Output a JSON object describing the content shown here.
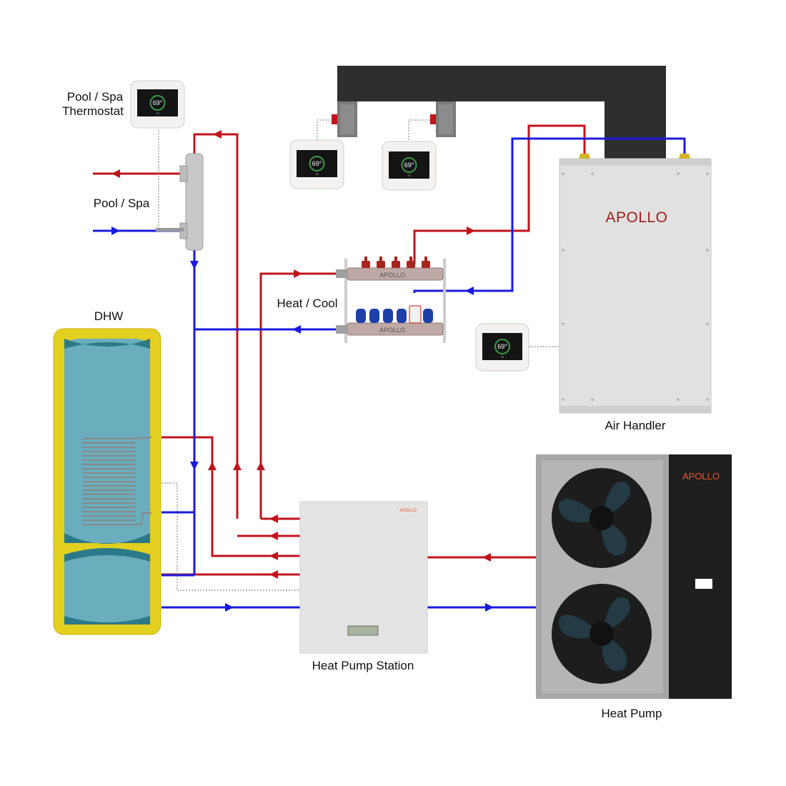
{
  "labels": {
    "pool_spa_thermostat_line1": "Pool / Spa",
    "pool_spa_thermostat_line2": "Thermostat",
    "pool_spa": "Pool / Spa",
    "heat_cool": "Heat / Cool",
    "dhw": "DHW",
    "air_handler": "Air Handler",
    "heat_pump_station": "Heat Pump Station",
    "heat_pump": "Heat Pump"
  },
  "brand": {
    "air_handler": "APOLLO",
    "heat_pump": "APOLLO",
    "station": "APOLLO",
    "manifold_supply": "APOLLO",
    "manifold_return": "APOLLO"
  },
  "thermostat": {
    "temperature": "69°",
    "setpoint": "72"
  },
  "colors": {
    "supply_pipe": "#c0141c",
    "return_pipe": "#1a1ae0",
    "duct": "#2e2e2e",
    "tank_shell": "#e3cf1f",
    "tank_water": "#6aaebd",
    "brand": "#9b1c1c",
    "brand_accent": "#e8532a"
  }
}
